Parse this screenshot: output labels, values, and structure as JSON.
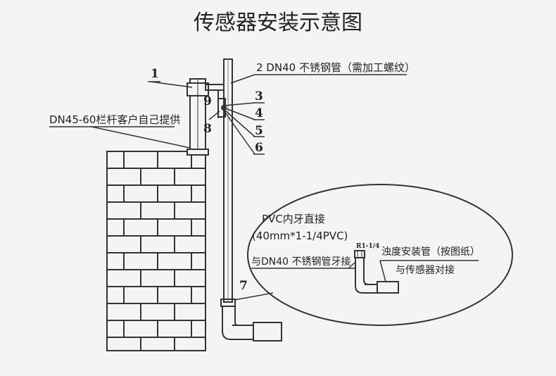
{
  "title": "传感器安装示意图",
  "labels": {
    "pipe": "2 DN40 不锈钢管（需加工螺纹）",
    "railing": "DN45-60栏杆客户自己提供",
    "pvc_line1": "PVC内牙直接",
    "pvc_line2": "(40mm*1-1/4PVC)",
    "pvc_line3": "与DN40 不锈钢管牙接",
    "thread": "R1-1/4",
    "sensor_line1": "浊度安装管（按图纸）",
    "sensor_line2": "与传感器对接"
  },
  "callouts": [
    "1",
    "3",
    "4",
    "5",
    "6",
    "7",
    "8",
    "9"
  ]
}
